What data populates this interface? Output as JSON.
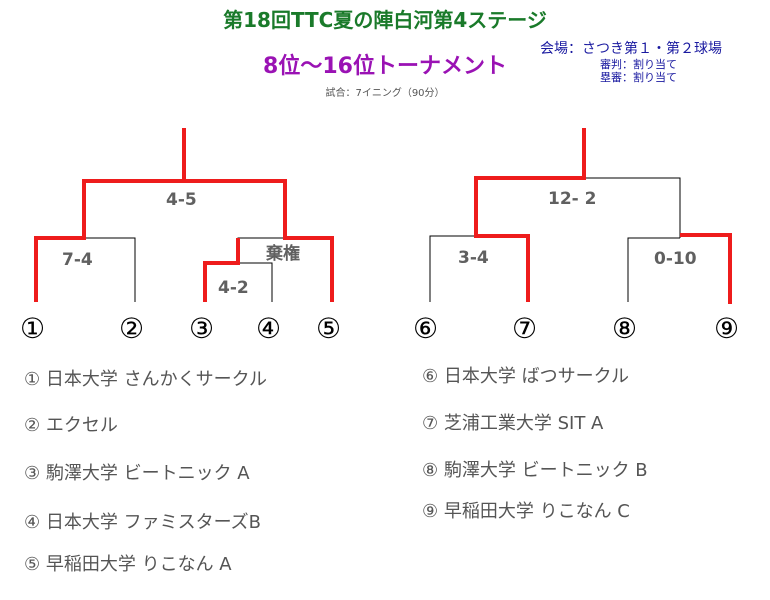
{
  "header": {
    "title": "第18回TTC夏の陣白河第4ステージ",
    "subtitle": "8位〜16位トーナメント",
    "game_info": "試合：7イニング（90分）",
    "venue": "会場：さつき第１・第２球場",
    "umpire": "審判：割り当て",
    "base_umpire": "塁審：割り当て"
  },
  "seeds": [
    "①",
    "②",
    "③",
    "④",
    "⑤",
    "⑥",
    "⑦",
    "⑧",
    "⑨"
  ],
  "scores": {
    "m1": "7-4",
    "m2": "4-2",
    "m3": "棄権",
    "m4": "4-5",
    "m5": "3-4",
    "m6": "0-10",
    "m7": "12- 2"
  },
  "teams": [
    "① 日本大学 さんかくサークル",
    "② エクセル",
    "③ 駒澤大学 ビートニック A",
    "④ 日本大学 ファミスターズB",
    "⑤ 早稲田大学 りこなん  A",
    "⑥ 日本大学 ばつサークル",
    "⑦ 芝浦工業大学 SIT A",
    "⑧ 駒澤大学 ビートニック B",
    "⑨ 早稲田大学 りこなん C"
  ],
  "colors": {
    "title": "#1a7a2a",
    "subtitle": "#9a12b4",
    "venue": "#1a1aa0",
    "winner_line": "#ee1c1c",
    "loser_line": "#000000"
  }
}
